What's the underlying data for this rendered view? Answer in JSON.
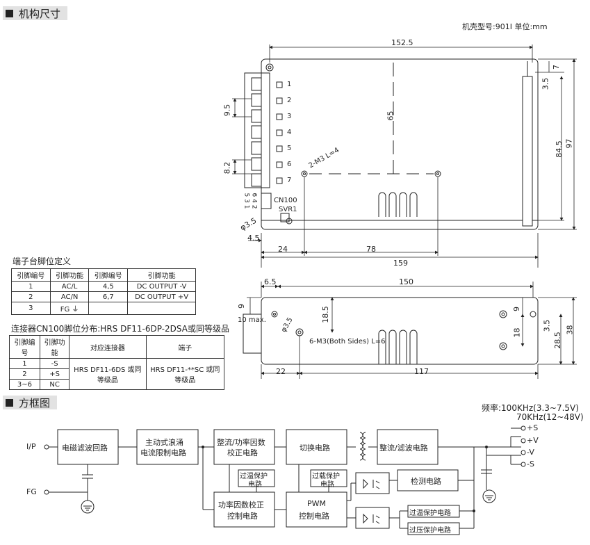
{
  "mech": {
    "title": "机构尺寸",
    "case_info": "机壳型号:901I   单位:mm",
    "dims": {
      "d152_5": "152.5",
      "d65": "65",
      "d7": "7",
      "d3_5a": "3.5",
      "d84_5": "84.5",
      "d97": "97",
      "d9_5": "9.5",
      "d8_2": "8.2",
      "phi3_5": "φ3.5",
      "d4_5": "4.5",
      "d24": "24",
      "d78": "78",
      "d159": "159",
      "m3": "2-M3 L=4",
      "d6_5": "6.5",
      "d150": "150",
      "d9a": "9",
      "d10max": "10 max.",
      "d18_5": "18.5",
      "phi3_5b": "φ3.5",
      "m3b": "6-M3(Both Sides) L=6",
      "d9b": "9",
      "d18": "18",
      "d3_5b": "3.5",
      "d28_5": "28.5",
      "d38": "38",
      "d22": "22",
      "d117": "117"
    },
    "terminals": [
      "1",
      "2",
      "3",
      "4",
      "5",
      "6",
      "7"
    ],
    "cn100": "CN100",
    "svr1": "SVR1",
    "pins_top": "6 4 2",
    "pins_bot": "5 3 1"
  },
  "terminal_table": {
    "title": "端子台脚位定义",
    "headers": [
      "引脚编号",
      "引脚功能",
      "引脚编号",
      "引脚功能"
    ],
    "rows": [
      [
        "1",
        "AC/L",
        "4,5",
        "DC OUTPUT -V"
      ],
      [
        "2",
        "AC/N",
        "6,7",
        "DC OUTPUT +V"
      ],
      [
        "3",
        "FG ⏚",
        "",
        ""
      ]
    ]
  },
  "connector_table": {
    "title": "连接器CN100脚位分布:HRS DF11-6DP-2DSA或同等级品",
    "headers": [
      "引脚编号",
      "引脚功能",
      "对应连接器",
      "端子"
    ],
    "rows": [
      [
        "1",
        "-S"
      ],
      [
        "2",
        "+S"
      ],
      [
        "3~6",
        "NC"
      ]
    ],
    "mating": "HRS DF11-6DS 或同等级品",
    "terminal": "HRS DF11-**SC 或同等级品"
  },
  "block": {
    "title": "方框图",
    "freq1": "频率:100KHz(3.3~7.5V)",
    "freq2": "70KHz(12~48V)",
    "ip": "I/P",
    "fg": "FG",
    "emi": "电磁滤波回路",
    "inrush1": "主动式浪涌",
    "inrush2": "电流限制电路",
    "rect1": "整流/功率因数",
    "rect2": "校正电路",
    "switch": "切换电路",
    "outrect": "整流/滤波电路",
    "otp1": "过温保护",
    "otp2": "电路",
    "olp1": "过载保护",
    "olp2": "电路",
    "detect": "检测电路",
    "pfc1": "功率因数校正",
    "pfc2": "控制电路",
    "pwm1": "PWM",
    "pwm2": "控制电路",
    "otp_out": "过温保护电路",
    "ovp_out": "过压保护电路",
    "out_ps": "+S",
    "out_pv": "+V",
    "out_nv": "-V",
    "out_ns": "-S"
  }
}
